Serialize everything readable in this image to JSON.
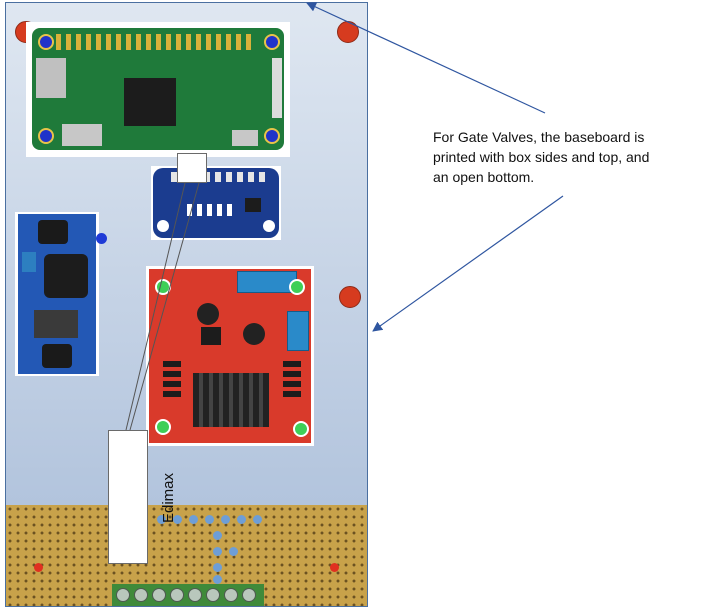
{
  "caption": {
    "line1": "For Gate Valves, the baseboard is",
    "line2": "printed with box sides and top, and",
    "line3": "an open bottom."
  },
  "edimax_label": "Edimax",
  "colors": {
    "board_top": "#dfe7f1",
    "board_bottom": "#a9bdd9",
    "mount_hole": "#d63b1f",
    "arrow": "#2f56a0",
    "perfboard": "#c8a24a"
  },
  "icons": [
    "mounting-hole",
    "arrow-head",
    "screw-terminal"
  ]
}
